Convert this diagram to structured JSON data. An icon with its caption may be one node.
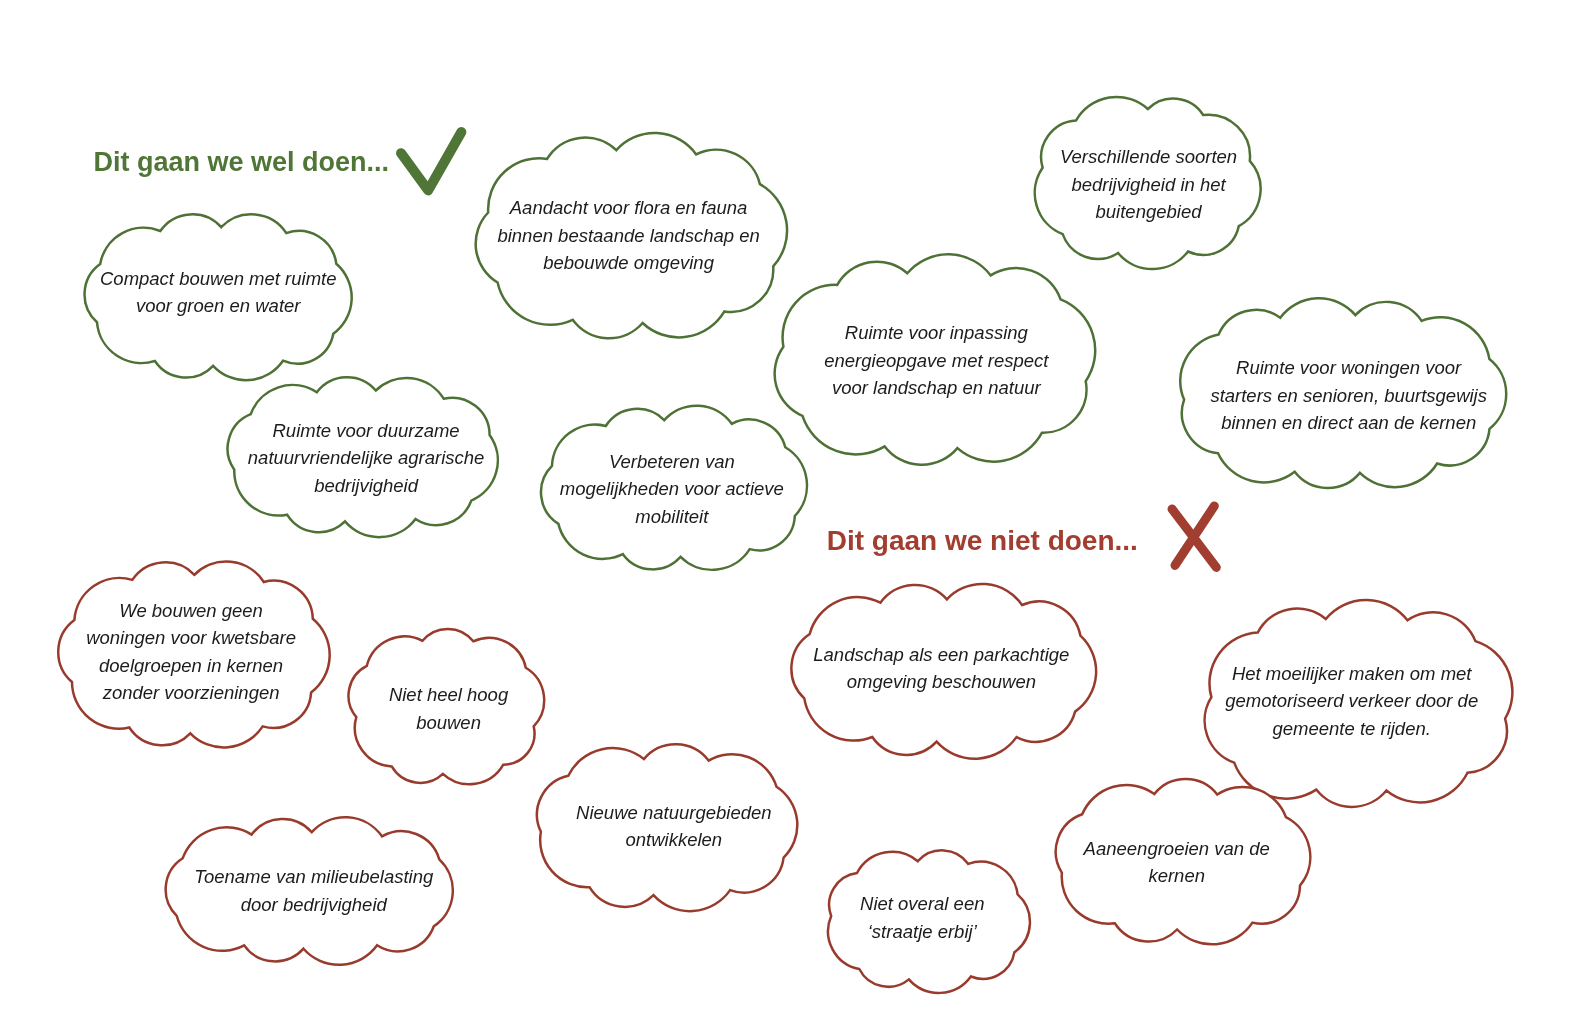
{
  "diagram": {
    "nodes": [
      {
        "text": [
          "Compact bouwen met ruimte voor groen en water"
        ]
      },
      {
        "text": [
          "Aandacht voor flora en fauna binnen bestaande landschap en bebouwde omgeving"
        ]
      },
      {
        "text": [
          "Verschillende soorten bedrijvigheid in het buitengebied"
        ]
      },
      {
        "text": [
          "Ruimte voor inpassing energieopgave met respect voor landschap en natuur"
        ]
      },
      {
        "text": [
          "Ruimte voor woningen voor starters en senioren, buurtsgewijs binnen en direct aan de kernen"
        ]
      },
      {
        "text": [
          "Ruimte voor duurzame natuurvriendelijke agrarische bedrijvigheid"
        ]
      },
      {
        "text": [
          "Verbeteren van mogelijkheden voor actieve mobiliteit"
        ]
      },
      {
        "text": [
          "We bouwen geen woningen voor kwetsbare doelgroepen in kernen zonder voorzieningen"
        ]
      },
      {
        "text": [
          "Niet heel hoog bouwen"
        ]
      },
      {
        "text": [
          "Landschap als een parkachtige omgeving beschouwen"
        ]
      },
      {
        "text": [
          "Het moeilijker maken om met gemotoriseerd verkeer door de gemeente te rijden."
        ]
      },
      {
        "text": [
          "Nieuwe natuurgebieden ontwikkelen"
        ]
      },
      {
        "text": [
          "Toename van milieubelasting door bedrijvigheid"
        ]
      },
      {
        "text": [
          "Aaneengroeien van de kernen"
        ]
      },
      {
        "text": [
          "Niet overal een ‘straatje erbij’"
        ]
      }
    ],
    "labels": [
      "Dit gaan we wel doen...",
      "Dit gaan we niet doen..."
    ]
  }
}
